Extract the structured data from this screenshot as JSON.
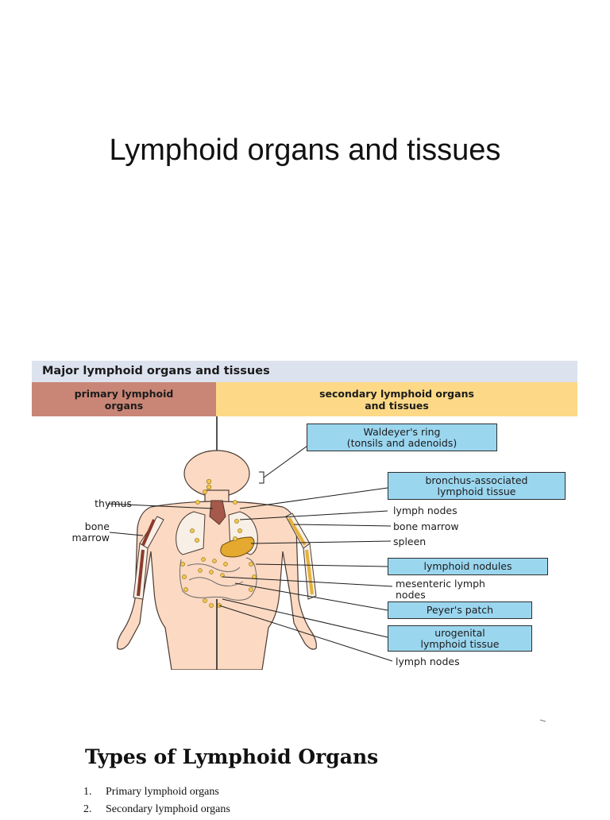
{
  "slide": {
    "title": "Lymphoid organs and tissues"
  },
  "figure": {
    "title": "Major lymphoid organs and tissues",
    "columns": {
      "primary": "primary lymphoid\norgans",
      "secondary": "secondary lymphoid organs\nand tissues"
    },
    "left_labels": {
      "thymus": "thymus",
      "bone_marrow": "bone\nmarrow"
    },
    "right_labels": {
      "waldeyer": "Waldeyer's ring\n(tonsils and adenoids)",
      "balt": "bronchus-associated\nlymphoid tissue",
      "lymph_nodes_upper": "lymph nodes",
      "bone_marrow": "bone marrow",
      "spleen": "spleen",
      "lymphoid_nodules": "lymphoid nodules",
      "mesenteric": "mesenteric lymph\nnodes",
      "peyers": "Peyer's patch",
      "urogenital": "urogenital\nlymphoid tissue",
      "lymph_nodes_lower": "lymph nodes"
    },
    "colors": {
      "title_bar": "#dde2ef",
      "primary_header": "#c98676",
      "secondary_header": "#fdd987",
      "label_box": "#9bd6ef",
      "skin": "#fcd9c2",
      "nodes": "#f2c84b"
    }
  },
  "section": {
    "heading": "Types of Lymphoid Organs",
    "items": [
      {
        "num": "1.",
        "text": "Primary lymphoid organs"
      },
      {
        "num": "2.",
        "text": "Secondary lymphoid organs"
      }
    ]
  }
}
